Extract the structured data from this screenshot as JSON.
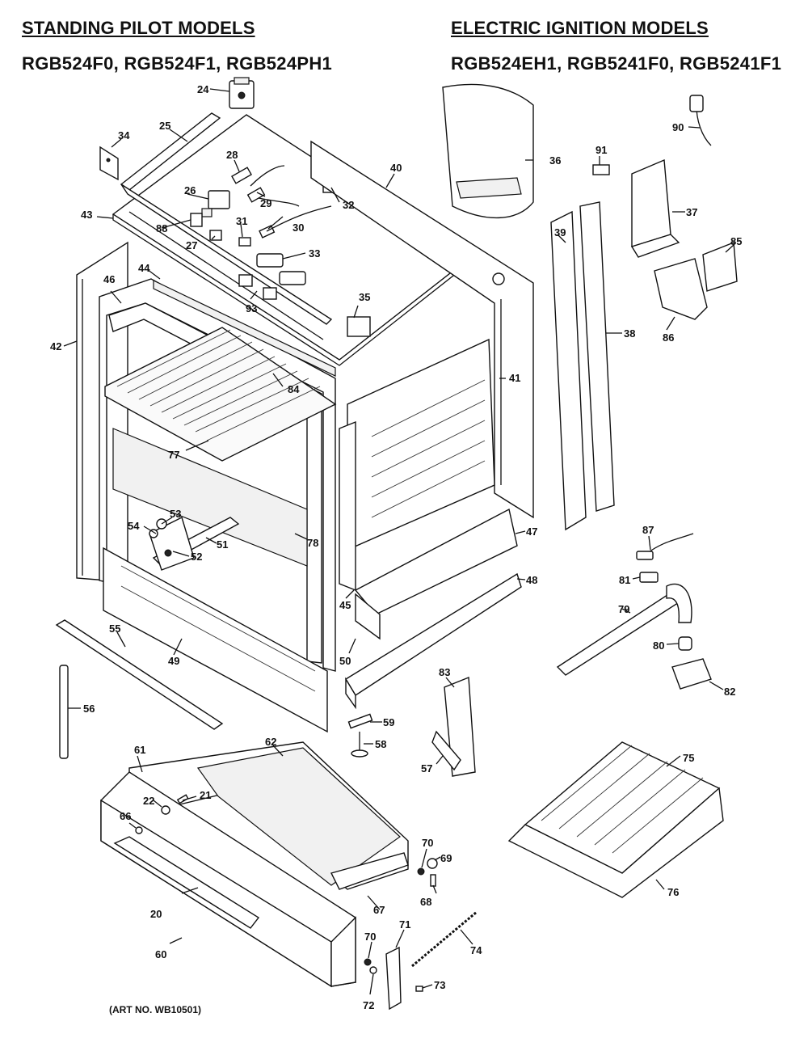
{
  "headers": {
    "left_title": "STANDING PILOT MODELS",
    "left_models": "RGB524F0, RGB524F1, RGB524PH1",
    "right_title": "ELECTRIC IGNITION MODELS",
    "right_models": "RGB524EH1, RGB5241F0, RGB5241F1"
  },
  "art_number": "(ART NO. WB10501)",
  "part_labels": [
    "20",
    "21",
    "22",
    "24",
    "25",
    "26",
    "27",
    "28",
    "29",
    "30",
    "31",
    "32",
    "33",
    "34",
    "35",
    "36",
    "37",
    "38",
    "39",
    "40",
    "41",
    "42",
    "43",
    "44",
    "45",
    "46",
    "47",
    "48",
    "49",
    "50",
    "51",
    "52",
    "53",
    "54",
    "55",
    "56",
    "57",
    "58",
    "59",
    "60",
    "61",
    "62",
    "66",
    "67",
    "68",
    "69",
    "70",
    "70",
    "71",
    "72",
    "73",
    "74",
    "75",
    "76",
    "77",
    "78",
    "79",
    "80",
    "81",
    "82",
    "83",
    "84",
    "85",
    "86",
    "87",
    "88",
    "90",
    "91",
    "93"
  ]
}
